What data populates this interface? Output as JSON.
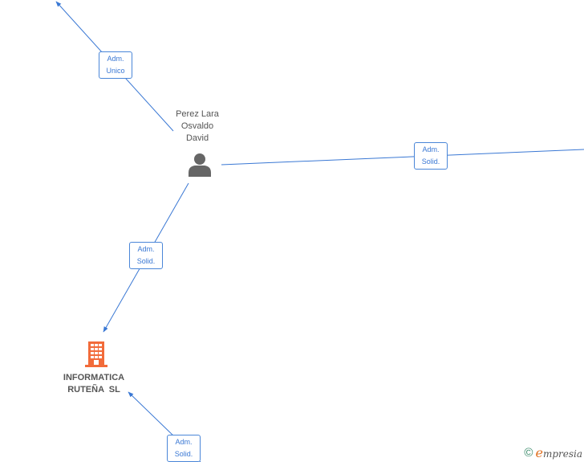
{
  "nodes": {
    "person": {
      "name_lines": [
        "Perez Lara",
        "Osvaldo",
        "David"
      ]
    },
    "company": {
      "name_lines": [
        "INFORMATICA",
        "RUTEÑA  SL"
      ]
    }
  },
  "relations": [
    {
      "lines": [
        "Adm.",
        "Unico"
      ]
    },
    {
      "lines": [
        "Adm.",
        "Solid."
      ]
    },
    {
      "lines": [
        "Adm.",
        "Solid."
      ]
    },
    {
      "lines": [
        "Adm.",
        "Solid."
      ]
    }
  ],
  "footer": {
    "copyright_symbol": "©",
    "brand_initial": "e",
    "brand_rest": "mpresia"
  },
  "colors": {
    "edge": "#3a78d4",
    "company_icon": "#f26b3a",
    "person_icon": "#666666",
    "label_border": "#4a86d8"
  }
}
